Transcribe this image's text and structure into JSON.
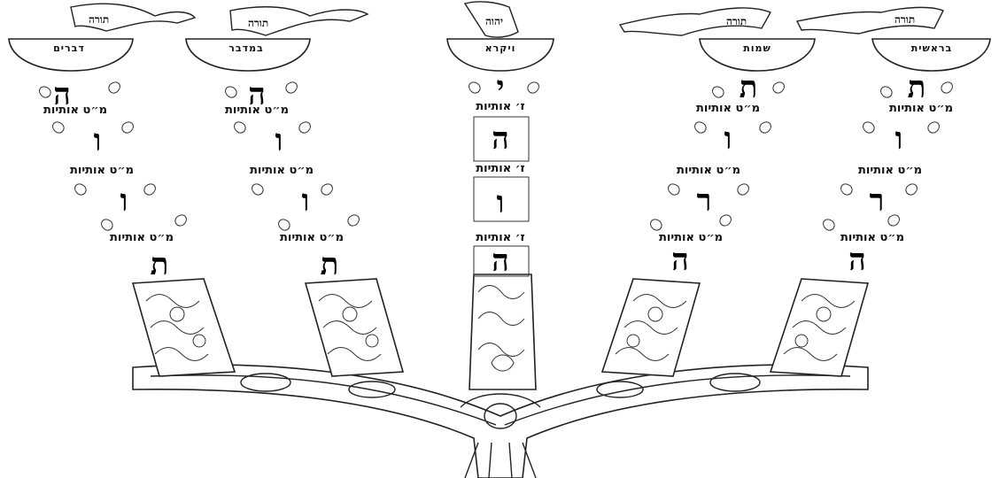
{
  "branches": [
    {
      "scroll": "תורה",
      "cup": "דברים",
      "letters": [
        "ה",
        "ו",
        "ו",
        "ת"
      ],
      "captions": [
        "מ״ט אותיות",
        "מ״ט אותיות",
        "מ״ט אותיות"
      ]
    },
    {
      "scroll": "תורה",
      "cup": "במדבר",
      "letters": [
        "ה",
        "ו",
        "ו",
        "ת"
      ],
      "captions": [
        "מ״ט אותיות",
        "מ״ט אותיות",
        "מ״ט אותיות"
      ]
    },
    {
      "scroll": "יהוה",
      "cup": "ויקרא",
      "letters": [
        "י",
        "ה",
        "ו",
        "ה"
      ],
      "captions": [
        "ז׳ אותיות",
        "ז׳ אותיות",
        "ז׳ אותיות"
      ]
    },
    {
      "scroll": "תורה",
      "cup": "שמות",
      "letters": [
        "ת",
        "ו",
        "ר",
        "ה"
      ],
      "captions": [
        "מ״ט אותיות",
        "מ״ט אותיות",
        "מ״ט אותיות"
      ]
    },
    {
      "scroll": "תורה",
      "cup": "בראשית",
      "letters": [
        "ת",
        "ו",
        "ר",
        "ה"
      ],
      "captions": [
        "מ״ט אותיות",
        "מ״ט אותיות",
        "מ״ט אותיות"
      ]
    }
  ]
}
